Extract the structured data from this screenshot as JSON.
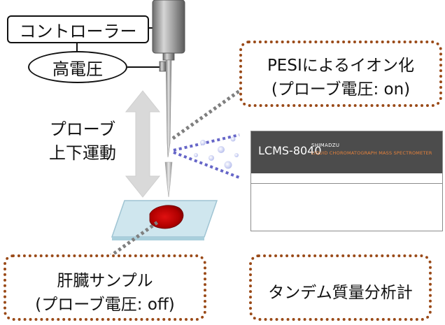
{
  "labels": {
    "controller": "コントローラー",
    "high_voltage": "高電圧",
    "probe_motion_line1": "プローブ",
    "probe_motion_line2": "上下運動",
    "pesi_line1": "PESIによるイオン化",
    "pesi_line2": "(プローブ電圧: on)",
    "sample_line1": "肝臓サンプル",
    "sample_line2": "(プローブ電圧: off)",
    "ms_label": "タンデム質量分析計"
  },
  "instrument": {
    "model": "LCMS-8040",
    "brand": "SHIMADZU",
    "description": "LIQUID CHOROMATOGRAPH MASS SPECTROMETER"
  },
  "colors": {
    "callout_border": "#9a4a18",
    "dotted_leader": "#7f7f7f",
    "ion_spray": "#6666c8",
    "ion_droplet": "#c8cdf0",
    "tissue": "#c00000",
    "slide": "#cfe6ee",
    "arrow_gray": "#d9d9d9",
    "instrument_header": "#4c4c4c",
    "instrument_desc": "#e8823a"
  },
  "icons": {
    "probe": "needle-probe-icon",
    "arrow": "double-vertical-arrow-icon",
    "sample": "tissue-slide-icon"
  }
}
